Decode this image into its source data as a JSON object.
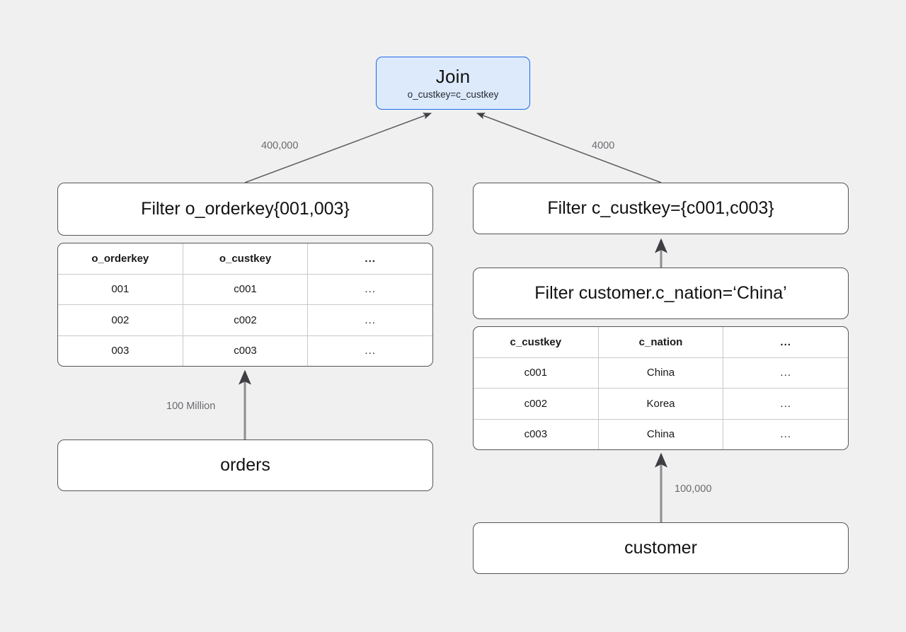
{
  "diagram": {
    "type": "query-plan-tree",
    "background_color": "#f0f0f1",
    "accent_color": "#1a6ae8",
    "accent_fill": "#ddeafc"
  },
  "join_node": {
    "title": "Join",
    "condition": "o_custkey=c_custkey"
  },
  "left_branch": {
    "filter_node": {
      "title": "Filter o_orderkey{001,003}"
    },
    "table": {
      "headers": [
        "o_orderkey",
        "o_custkey",
        "..."
      ],
      "rows": [
        [
          "001",
          "c001",
          "..."
        ],
        [
          "002",
          "c002",
          "..."
        ],
        [
          "003",
          "c003",
          "..."
        ]
      ]
    },
    "source_node": {
      "title": "orders"
    },
    "edge_to_join_label": "400,000",
    "edge_from_source_label": "100 Million"
  },
  "right_branch": {
    "filter_key_node": {
      "title": "Filter c_custkey={c001,c003}"
    },
    "filter_nation_node": {
      "title": "Filter customer.c_nation=‘China’"
    },
    "table": {
      "headers": [
        "c_custkey",
        "c_nation",
        "..."
      ],
      "rows": [
        [
          "c001",
          "China",
          "..."
        ],
        [
          "c002",
          "Korea",
          "..."
        ],
        [
          "c003",
          "China",
          "..."
        ]
      ]
    },
    "source_node": {
      "title": "customer"
    },
    "edge_to_join_label": "4000",
    "edge_from_source_label": "100,000"
  }
}
